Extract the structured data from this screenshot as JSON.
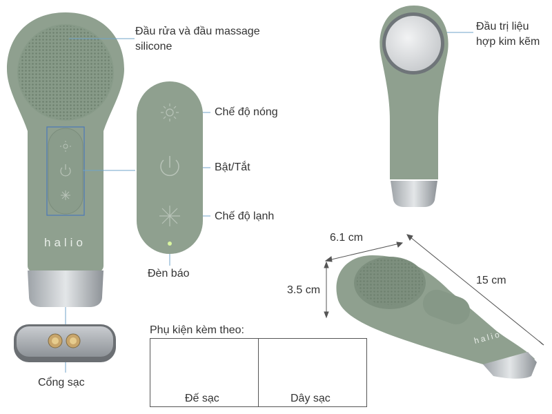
{
  "labels": {
    "brush_head": "Đầu rửa và đầu massage",
    "brush_head_2": "silicone",
    "treatment_head": "Đầu trị liệu",
    "treatment_head_2": "hợp kim kẽm",
    "warm_mode": "Chế độ nóng",
    "power": "Bật/Tắt",
    "cool_mode": "Chế độ lạnh",
    "indicator": "Đèn báo",
    "charging_port": "Cổng sạc",
    "accessories_title": "Phụ kiện kèm theo:",
    "charging_base": "Đế sạc",
    "charging_cable": "Dây sạc"
  },
  "dimensions": {
    "width": "6.1 cm",
    "height": "3.5 cm",
    "length": "15 cm"
  },
  "brand": "halio",
  "colors": {
    "body": "#8fa08f",
    "body_dark": "#7d8f7e",
    "metal": "#b8bcc0",
    "line": "#6fa3c9"
  }
}
